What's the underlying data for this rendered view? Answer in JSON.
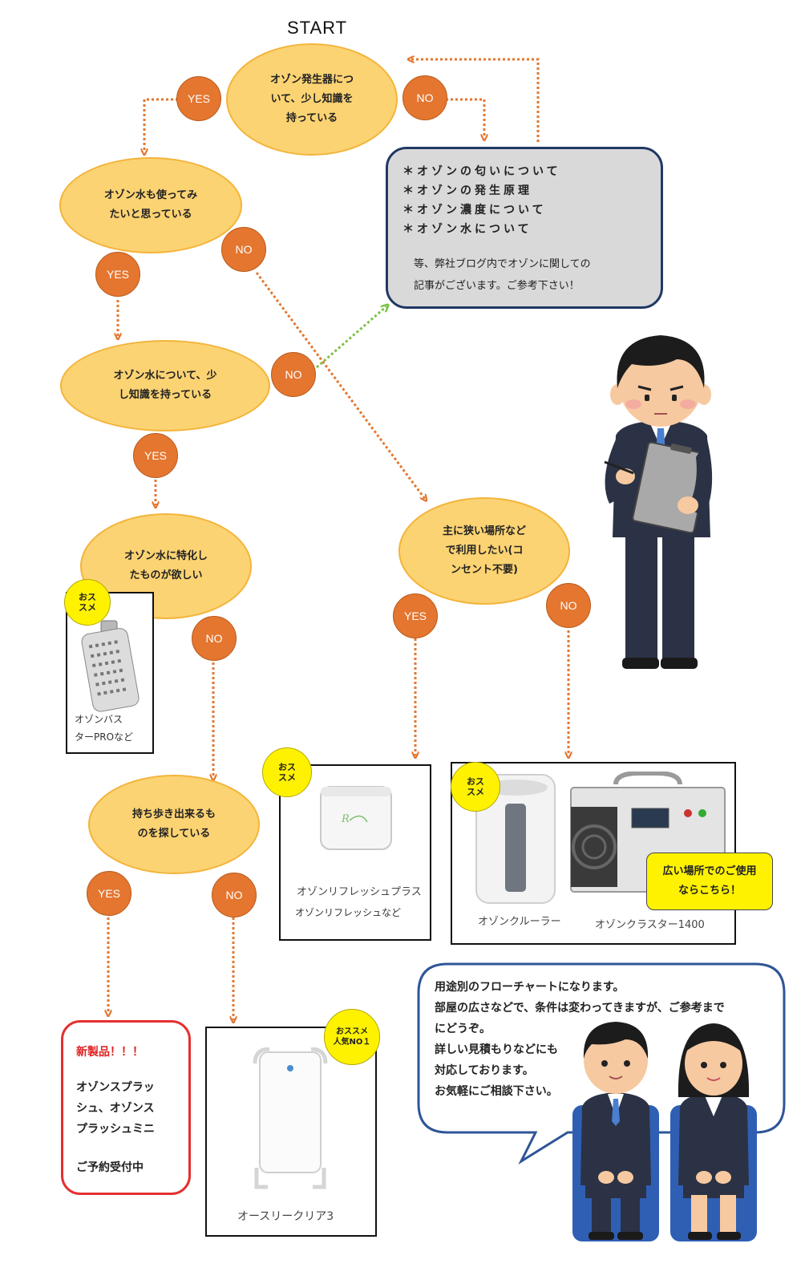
{
  "start_label": "START",
  "nodes": {
    "q1": [
      "オゾン発生器につ",
      "いて、少し知識を",
      "持っている"
    ],
    "q2": [
      "オゾン水も使ってみ",
      "たいと思っている"
    ],
    "q3": [
      "オゾン水について、少",
      "し知識を持っている"
    ],
    "q4": [
      "オゾン水に特化し",
      "たものが欲しい"
    ],
    "q5": [
      "持ち歩き出来るも",
      "のを探している"
    ],
    "q6": [
      "主に狭い場所など",
      "で利用したい(コ",
      "ンセント不要)"
    ]
  },
  "answers": {
    "yes": "YES",
    "no": "NO"
  },
  "info_box": {
    "topics": [
      "＊オゾンの匂いについて",
      "＊オゾンの発生原理",
      "＊オゾン濃度について",
      "＊オゾン水について"
    ],
    "note": [
      "等、弊社ブログ内でオゾンに関しての",
      "記事がございます。ご参考下さい！"
    ]
  },
  "badges": {
    "recommend": [
      "おス",
      "スメ"
    ],
    "recommend_no1": [
      "おススメ",
      "人気NO１"
    ]
  },
  "products": {
    "buster": [
      "オゾンバス",
      "ターPROなど"
    ],
    "refresh_plus": "オゾンリフレッシュプラス",
    "refresh": "オゾンリフレッシュなど",
    "cooler": "オゾンクルーラー",
    "cluster": "オゾンクラスター1400",
    "wide_area": [
      "広い場所でのご使用",
      "ならこちら！"
    ],
    "clear3": "オースリークリア3"
  },
  "new_product": {
    "heading": "新製品！！！",
    "body": [
      "オゾンスプラッ",
      "シュ、オゾンス",
      "プラッシュミニ"
    ],
    "footer": "ご予約受付中"
  },
  "speech": {
    "lines": [
      "用途別のフローチャートになります。",
      "部屋の広さなどで、条件は変わってきますが、ご参考まで",
      "にどうぞ。",
      "詳しい見積もりなどにも",
      "対応しております。",
      "お気軽にご相談下さい。"
    ]
  },
  "colors": {
    "node_fill": "#fcd373",
    "answer_fill": "#e4762f",
    "arrow_orange": "#e4762f",
    "arrow_green": "#7ac143",
    "info_fill": "#d9d9d9",
    "info_border": "#1f3864",
    "badge_yellow": "#fff200",
    "new_border": "#e53030",
    "new_heading": "#e02020"
  }
}
